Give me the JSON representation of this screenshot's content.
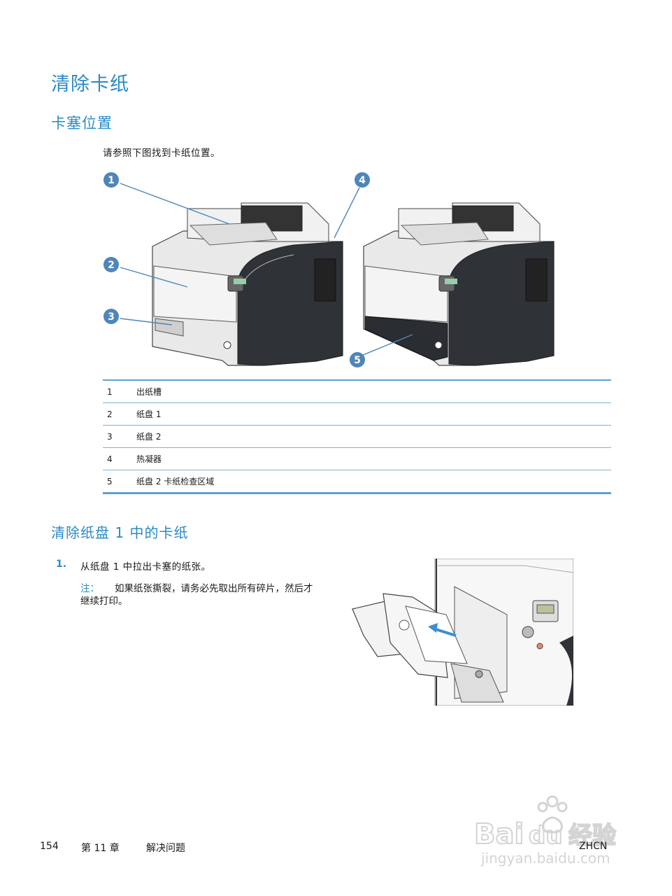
{
  "title": "清除卡纸",
  "section1": {
    "heading": "卡塞位置",
    "intro": "请参照下图找到卡纸位置。",
    "callouts": [
      "1",
      "2",
      "3",
      "4",
      "5"
    ],
    "legend": [
      {
        "num": "1",
        "label": "出纸槽"
      },
      {
        "num": "2",
        "label": "纸盘 1"
      },
      {
        "num": "3",
        "label": "纸盘 2"
      },
      {
        "num": "4",
        "label": "热凝器"
      },
      {
        "num": "5",
        "label": "纸盘 2 卡纸检查区域"
      }
    ]
  },
  "section2": {
    "heading": "清除纸盘 1 中的卡纸",
    "step_num": "1.",
    "step_text": "从纸盘 1 中拉出卡塞的纸张。",
    "note_label": "注：",
    "note_text": "如果纸张撕裂，请务必先取出所有碎片，然后才继续打印。"
  },
  "footer": {
    "page": "154",
    "chapter": "第 11 章",
    "chapter_title": "解决问题",
    "code": "ZHCN"
  },
  "watermark": {
    "brand": "Bai du 经验",
    "url": "jingyan.baidu.com"
  },
  "colors": {
    "accent": "#2a8ac4",
    "callout": "#4f86b8",
    "rule": "#5aa2d2"
  }
}
